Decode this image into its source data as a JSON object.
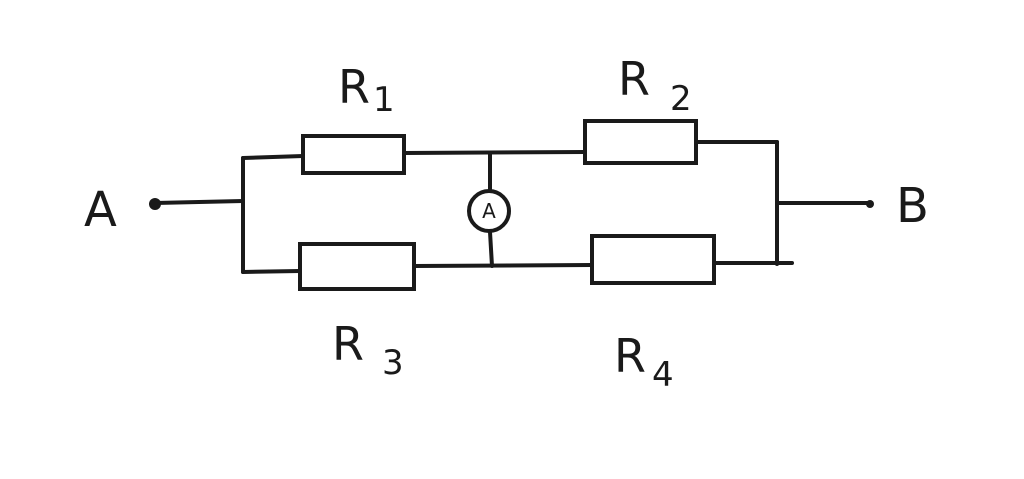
{
  "nodes": {
    "a": "A",
    "b": "B"
  },
  "resistors": [
    {
      "letter": "R",
      "index": "1"
    },
    {
      "letter": "R",
      "index": "2"
    },
    {
      "letter": "R",
      "index": "3"
    },
    {
      "letter": "R",
      "index": "4"
    }
  ],
  "meter": {
    "label": "A"
  }
}
